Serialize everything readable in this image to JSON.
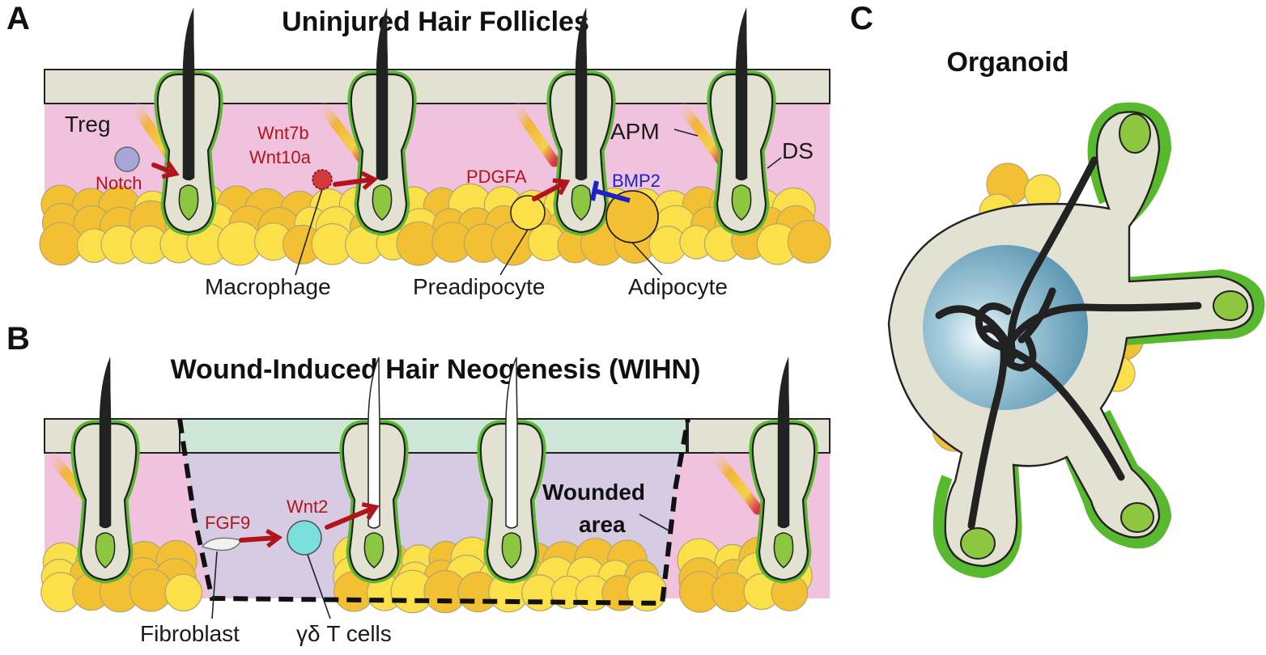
{
  "panels": {
    "a": {
      "letter": "A",
      "title": "Uninjured Hair Follicles"
    },
    "b": {
      "letter": "B",
      "title": "Wound-Induced Hair Neogenesis (WIHN)"
    },
    "c": {
      "letter": "C",
      "title": "Organoid"
    }
  },
  "labels_a": {
    "treg": "Treg",
    "notch": "Notch",
    "wnt7b": "Wnt7b",
    "wnt10a": "Wnt10a",
    "pdgfa": "PDGFA",
    "bmp2": "BMP2",
    "apm": "APM",
    "ds": "DS",
    "macrophage": "Macrophage",
    "preadipocyte": "Preadipocyte",
    "adipocyte": "Adipocyte"
  },
  "labels_b": {
    "fgf9": "FGF9",
    "wnt2": "Wnt2",
    "wounded_line1": "Wounded",
    "wounded_line2": "area",
    "fibroblast": "Fibroblast",
    "gd_t_cells": "γδ T cells"
  },
  "colors": {
    "dermis": "#f0c2dd",
    "epidermis": "#e3e1d2",
    "follicle_sheath": "#58b82e",
    "papilla": "#8dc63f",
    "fat_light": "#fbe04a",
    "fat_dark": "#f3c034",
    "signal_red": "#b3141c",
    "inhibit_blue": "#1a23c8",
    "wound_bed": "#d6cbe3",
    "wound_scab": "#cde6d8",
    "treg": "#a6a6d8",
    "macrophage": "#d23a3a",
    "gd_t_cell": "#79e0dc",
    "organoid_core": "#5f9cb6"
  }
}
